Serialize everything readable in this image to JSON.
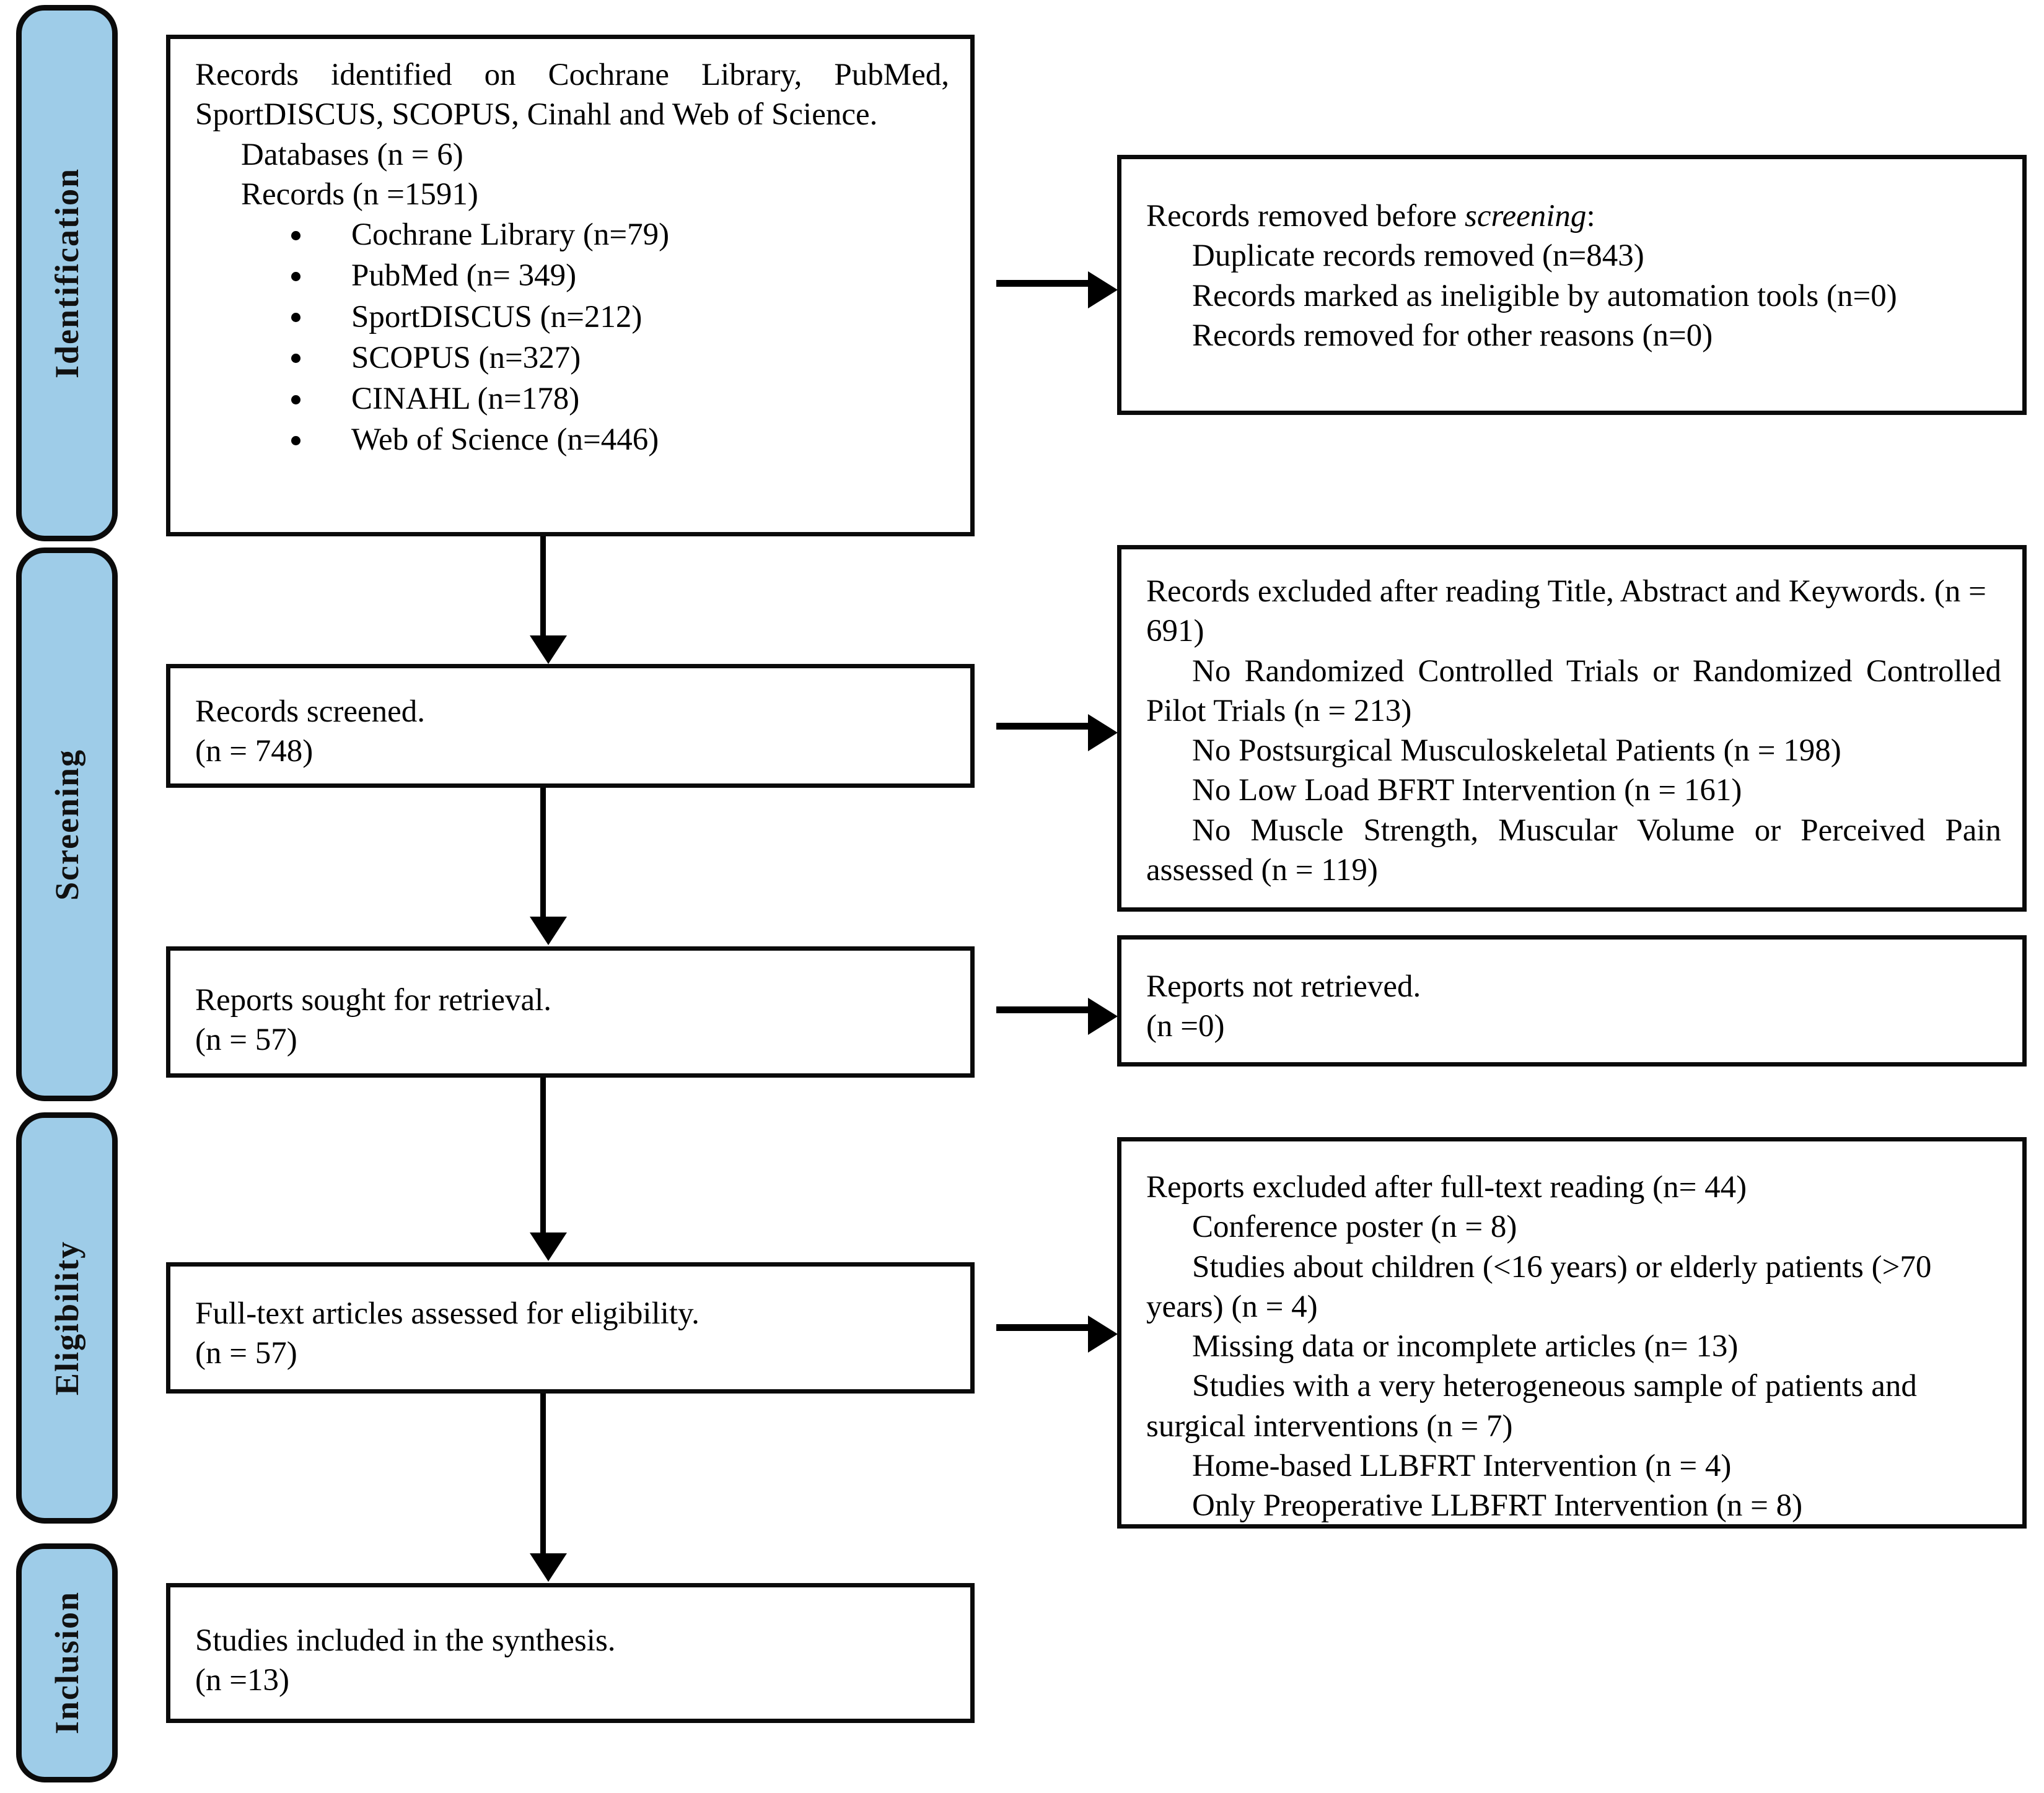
{
  "diagram": {
    "title": "PRISMA flow diagram",
    "accent_blue": "#9ECCE8",
    "line_color": "#0b0b0b"
  },
  "phases": [
    {
      "id": "identification",
      "label": "Identification"
    },
    {
      "id": "screening",
      "label": "Screening"
    },
    {
      "id": "eligibility",
      "label": "Eligibility"
    },
    {
      "id": "inclusion",
      "label": "Inclusion"
    }
  ],
  "boxes": {
    "identification": {
      "heading": "Records identified on Cochrane Library, PubMed, SportDISCUS, SCOPUS, Cinahl and Web of Science.",
      "databases_line": "Databases (n = 6)",
      "records_line": "Records (n =1591)",
      "sources": [
        {
          "name": "Cochrane Library",
          "count": "(n=79)",
          "text": "Cochrane Library (n=79)"
        },
        {
          "name": "PubMed",
          "count": "(n= 349)",
          "text": "PubMed (n= 349)"
        },
        {
          "name": "SportDISCUS",
          "count": "(n=212)",
          "text": "SportDISCUS (n=212)"
        },
        {
          "name": "SCOPUS",
          "count": "(n=327)",
          "text": "SCOPUS (n=327)"
        },
        {
          "name": "CINAHL",
          "count": "(n=178)",
          "text": "CINAHL (n=178)"
        },
        {
          "name": "Web of Science",
          "count": "(n=446)",
          "text": "Web of Science (n=446)"
        }
      ]
    },
    "removed_before_screening": {
      "heading_prefix": "Records removed before ",
      "heading_italic": "screening",
      "heading_suffix": ":",
      "items": [
        "Duplicate records removed (n=843)",
        "Records marked as ineligible by automation tools (n=0)",
        "Records removed for other reasons (n=0)"
      ]
    },
    "records_screened": {
      "label": "Records screened.",
      "count": "(n = 748)"
    },
    "records_excluded": {
      "heading": "Records excluded after reading Title, Abstract and Keywords. (n = 691)",
      "items": [
        "No Randomized Controlled Trials or Randomized Controlled Pilot Trials (n = 213)",
        "No Postsurgical Musculoskeletal Patients (n = 198)",
        "No Low Load BFRT Intervention (n = 161)",
        "No Muscle Strength, Muscular Volume or Perceived Pain assessed (n = 119)"
      ]
    },
    "reports_sought": {
      "label": "Reports sought for retrieval.",
      "count": "(n = 57)"
    },
    "reports_not_retrieved": {
      "label": "Reports not retrieved.",
      "count": "(n =0)"
    },
    "fulltext_assessed": {
      "label": "Full-text articles assessed for eligibility.",
      "count": "(n = 57)"
    },
    "reports_excluded": {
      "heading": "Reports excluded after full-text reading (n= 44)",
      "items": [
        "Conference poster (n = 8)",
        "Studies about children (<16 years) or elderly patients (>70 years) (n = 4)",
        "Missing data or incomplete articles (n= 13)",
        "Studies with a very heterogeneous sample of patients and surgical interventions (n = 7)",
        "Home-based LLBFRT Intervention (n = 4)",
        "Only Preoperative LLBFRT Intervention (n = 8)"
      ]
    },
    "included": {
      "label": "Studies included in the synthesis.",
      "count": "(n =13)"
    }
  }
}
